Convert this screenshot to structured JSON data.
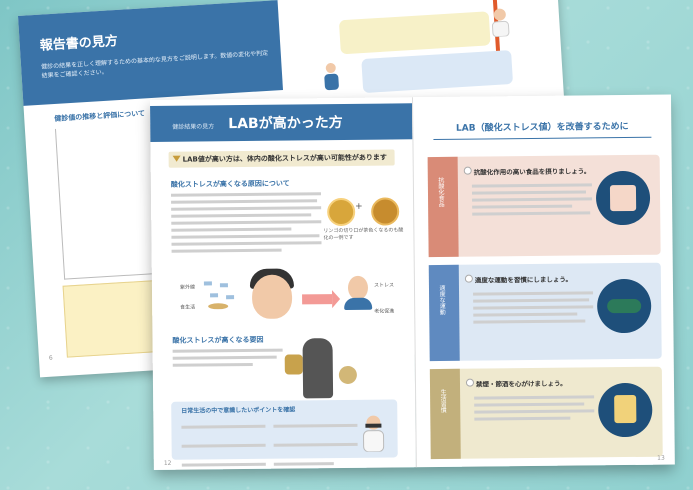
{
  "back_page": {
    "title": "報告書の見方",
    "intro": "健診の結果を正しく理解するための基本的な見方をご説明します。数値の変化や判定結果をご確認ください。",
    "graph_title": "健診値の推移と評価について",
    "page_number": "6"
  },
  "front_page_left": {
    "header_small": "健診結果の見方",
    "header_title": "LABが高かった方",
    "lead_banner": "LAB値が高い方は、体内の酸化ストレスが高い可能性があります",
    "section1_title": "酸化ストレスが高くなる原因について",
    "apple_caption": "リンゴの切り口が茶色くなるのも酸化の一例です",
    "label_pollution": "紫外線",
    "label_food": "食生活",
    "label_stress": "ストレス",
    "label_aging": "老化促進",
    "section2_title": "酸化ストレスが高くなる要因",
    "box_title": "日常生活の中で意識したいポイントを確認",
    "page_number": "12"
  },
  "front_page_right": {
    "title": "LAB（酸化ストレス値）を改善するために",
    "cards": [
      {
        "side": "抗酸化食品",
        "head": "抗酸化作用の高い食品を摂りましょう。"
      },
      {
        "side": "適度な運動",
        "head": "適度な運動を習慣にしましょう。"
      },
      {
        "side": "生活習慣",
        "head": "禁煙・節酒を心がけましょう。"
      }
    ],
    "page_number": "13"
  },
  "colors": {
    "header_blue": "#3a73a8",
    "card_pink": "#f4e0d8",
    "card_blue": "#dde8f4",
    "card_beige": "#efe9cf",
    "background_teal": "#8fd0cf"
  }
}
